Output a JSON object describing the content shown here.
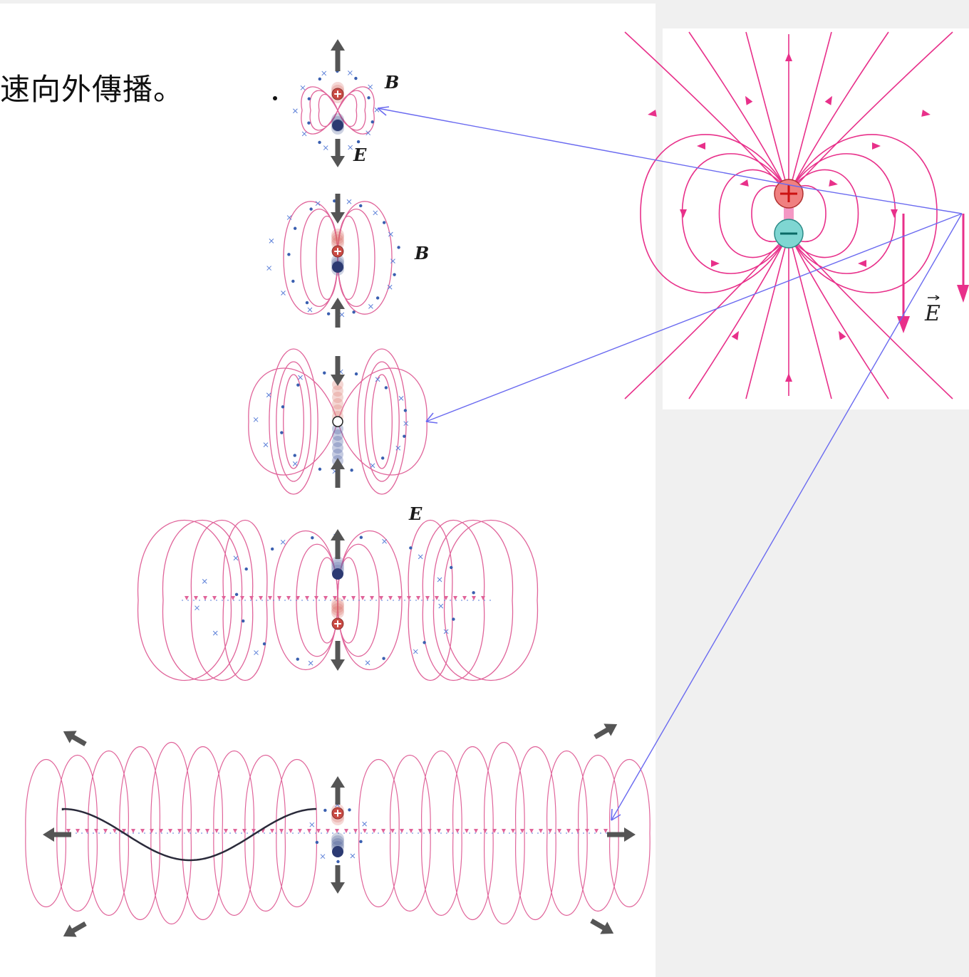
{
  "caption_text": "速向外傳播。",
  "labels": {
    "b_top": "B",
    "e_top": "E",
    "b_second": "B",
    "e_fourth": "E",
    "e_vector": "E"
  },
  "icons": {
    "plus_charge": "plus-charge-icon",
    "minus_charge": "minus-charge-icon",
    "arrow": "arrow-icon"
  },
  "colors": {
    "field_line": "#e0649a",
    "dipole_field": "#e8308a",
    "pointer": "#6a6af0",
    "positive": "#f08080",
    "negative": "#7fd6d2",
    "dot": "#3a5fb0",
    "cross": "#5b7fd8",
    "arrow_gray": "#555555",
    "wave": "#2a2a3a"
  }
}
